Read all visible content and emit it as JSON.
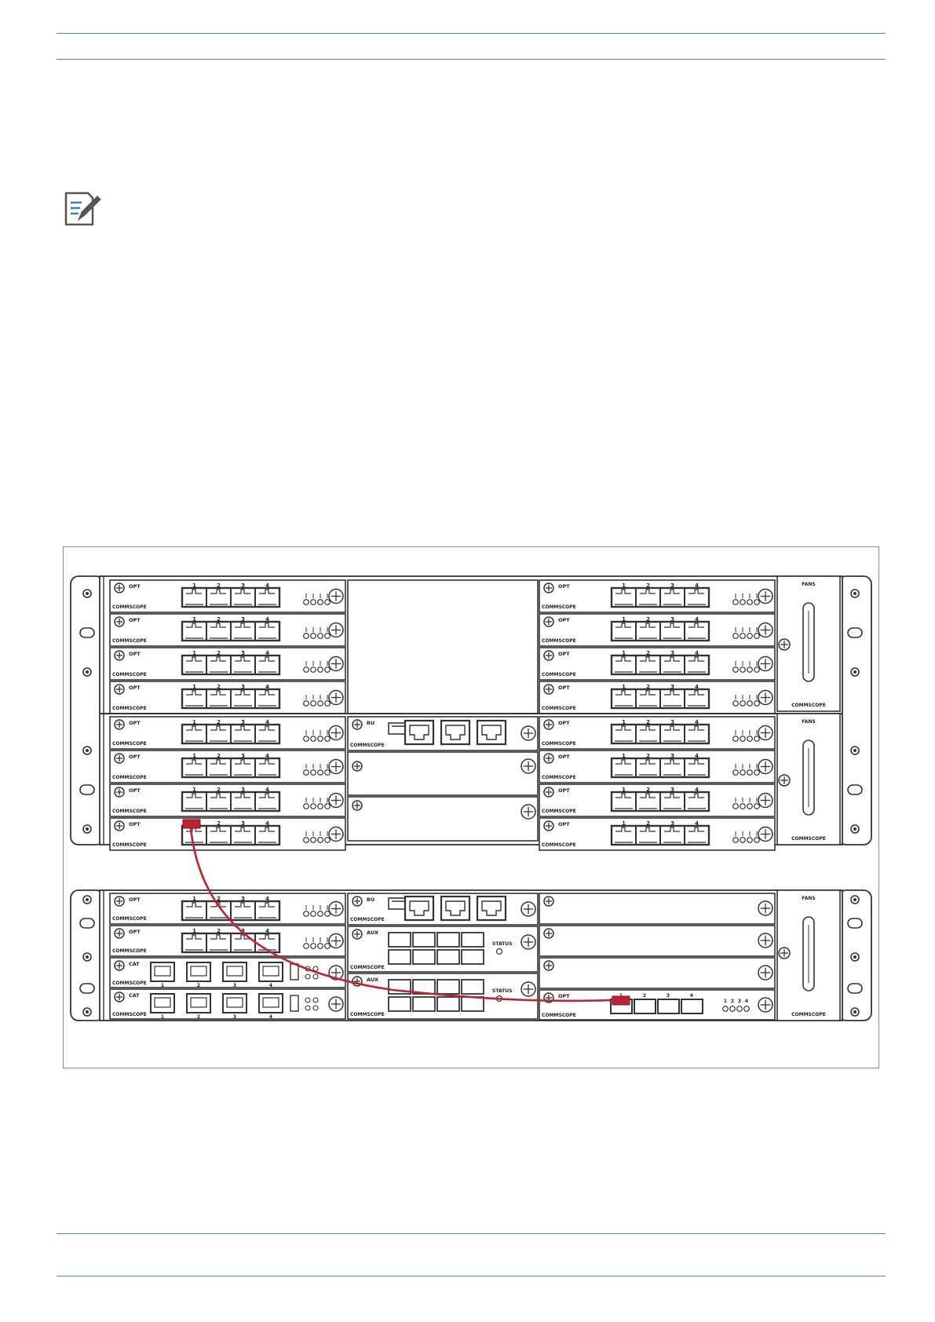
{
  "figure": {
    "slot_labels": {
      "opt": "OPT",
      "cat": "CAT",
      "bu": "BU",
      "aux": "AUX",
      "fans": "FANS",
      "brand": "COMMSCOPE",
      "status": "STATUS",
      "sfp_numbers": [
        "1",
        "2",
        "3",
        "4"
      ]
    },
    "cable_color": "#c0232f",
    "line_color": "#333333",
    "accent_rule_color": "#4a86b8"
  }
}
